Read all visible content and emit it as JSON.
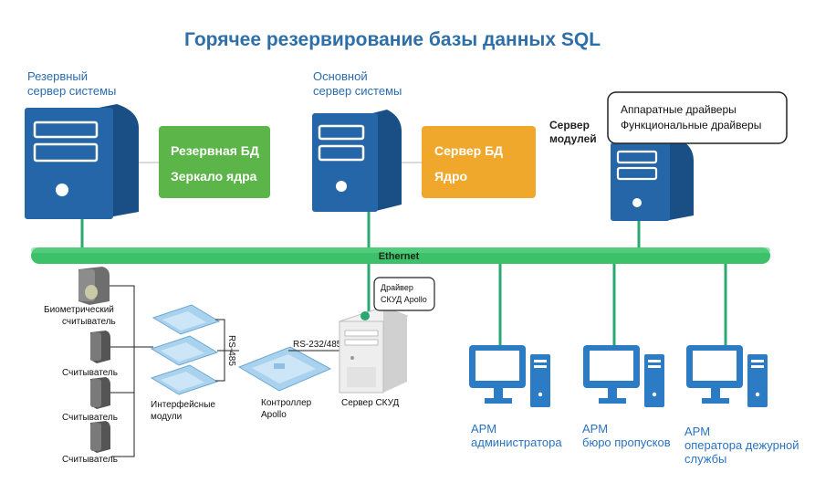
{
  "title": "Горячее резервирование базы данных SQL",
  "colors": {
    "title": "#2e6fa8",
    "server_blue": "#2566a8",
    "server_dark": "#1a4f86",
    "label_blue": "#2a6cb0",
    "green_box": "#5bb548",
    "orange_box": "#f0a82c",
    "ethernet": "#3cc06a",
    "ethernet_dark": "#1f9a48",
    "line_green": "#29a870",
    "workstation": "#2b7cc4",
    "workstation_label": "#2a73c0"
  },
  "backup_server": {
    "label_line1": "Резервный",
    "label_line2": "сервер системы",
    "box_line1": "Резервная БД",
    "box_line2": "Зеркало ядра"
  },
  "main_server": {
    "label_line1": "Основной",
    "label_line2": "сервер системы",
    "box_line1": "Сервер БД",
    "box_line2": "Ядро"
  },
  "module_server": {
    "label_line1": "Сервер",
    "label_line2": "модулей",
    "callout_line1": "Аппаратные драйверы",
    "callout_line2": "Функциональные драйверы"
  },
  "network": {
    "ethernet_label": "Ethernet"
  },
  "readers": {
    "biometric_line1": "Биометрический",
    "biometric_line2": "считыватель",
    "reader1": "Считыватель",
    "reader2": "Считыватель",
    "reader3": "Считыватель"
  },
  "controller_side": {
    "interface_line1": "Интерфейсные",
    "interface_line2": "модули",
    "rs485": "RS-485",
    "rs232": "RS-232/485",
    "controller_line1": "Контроллер",
    "controller_line2": "Apollo",
    "skud_server": "Сервер СКУД",
    "driver_line1": "Драйвер",
    "driver_line2": "СКУД Apollo"
  },
  "workstations": [
    {
      "line1": "АРМ",
      "line2": "администратора",
      "line3": ""
    },
    {
      "line1": "АРМ",
      "line2": "бюро пропусков",
      "line3": ""
    },
    {
      "line1": "АРМ",
      "line2": "оператора дежурной",
      "line3": "службы"
    }
  ]
}
